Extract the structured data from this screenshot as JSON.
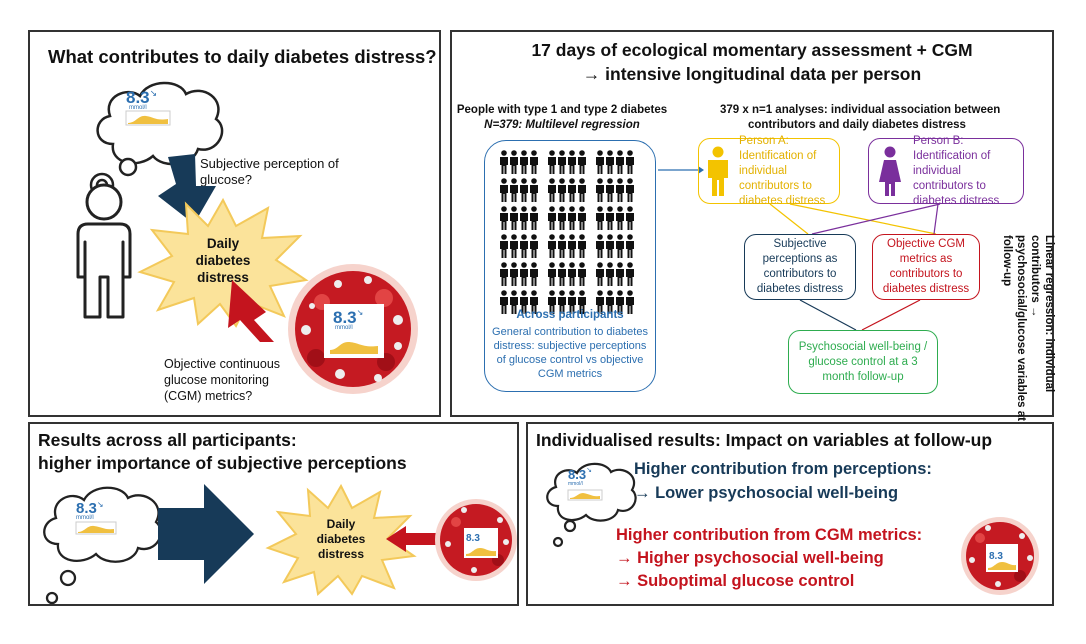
{
  "colors": {
    "navy": "#173a58",
    "red": "#c4141e",
    "blue": "#2c6fb0",
    "yellow": "#f3c300",
    "purple": "#7a2f9c",
    "green": "#2eac4f",
    "burst": "#fbe39a",
    "burstStroke": "#f3c95a"
  },
  "panel1": {
    "title": "What contributes to daily diabetes distress?",
    "subjective": "Subjective perception of glucose?",
    "distress": "Daily diabetes distress",
    "objective": "Objective continuous glucose monitoring (CGM) metrics?",
    "glucose_value": "8.3",
    "glucose_unit": "mmol/l",
    "trend_arrow": "↘"
  },
  "panel2": {
    "title_line1": "17 days of ecological momentary assessment + CGM",
    "title_line2": "→ intensive longitudinal data per person",
    "left_head_line1": "People with type 1 and type 2 diabetes",
    "left_head_line2": "N=379: Multilevel regression",
    "right_head_line1": "379 x n=1 analyses: individual association between",
    "right_head_line2": "contributors and daily diabetes distress",
    "across_title": "Across participants",
    "across_body": "General contribution to diabetes distress: subjective perceptions of glucose control vs objective CGM metrics",
    "personA": "Person A: Identification of individual contributors to diabetes distress",
    "personB": "Person B: Identification of individual contributors to diabetes distress",
    "subj_box": "Subjective perceptions as contributors to diabetes distress",
    "obj_box": "Objective CGM metrics as contributors to diabetes distress",
    "outcome_box": "Psychosocial well-being / glucose control at a 3 month follow-up",
    "side_label": "Linear regression: individual contributors → psychosocial/glucose variables at follow-up"
  },
  "panel3": {
    "title_line1": "Results across all participants:",
    "title_line2": "higher importance of subjective perceptions",
    "distress": "Daily diabetes distress"
  },
  "panel4": {
    "title": "Individualised results: Impact on variables at follow-up",
    "perc_head": "Higher contribution from perceptions:",
    "perc_item": "→ Lower psychosocial well-being",
    "cgm_head": "Higher contribution from CGM metrics:",
    "cgm_item1": "→ Higher psychosocial well-being",
    "cgm_item2": "→ Suboptimal glucose control"
  }
}
